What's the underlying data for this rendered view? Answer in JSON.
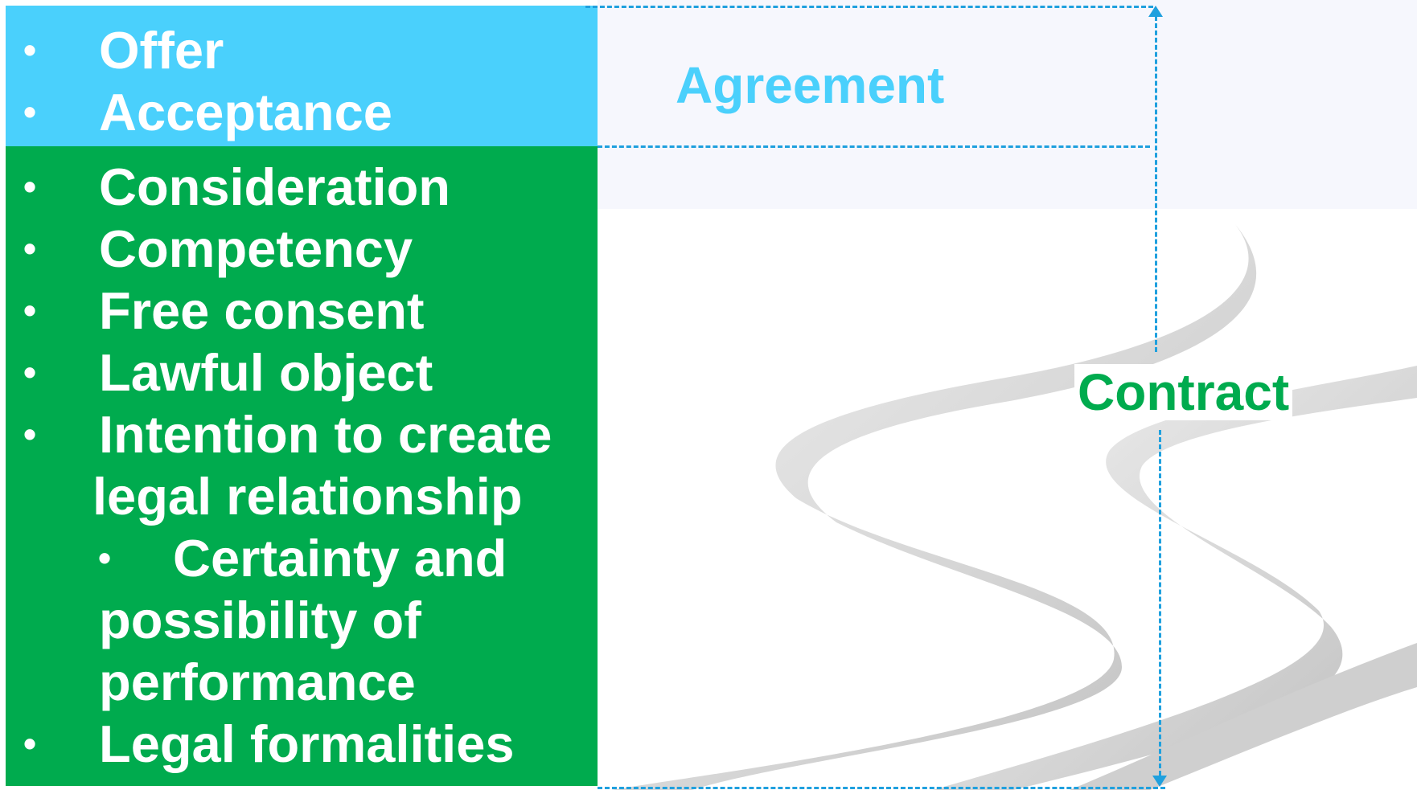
{
  "colors": {
    "agreement_fill": "#4ad0fc",
    "contract_fill": "#00ab4e",
    "agreement_text": "#4ad0fc",
    "contract_text": "#00ab4e",
    "dashed_line": "#1fa0de",
    "background_swirl": "#d9d9d9"
  },
  "agreement_box": {
    "items": [
      {
        "bullet": "•",
        "text": "Offer"
      },
      {
        "bullet": "•",
        "text": "Acceptance"
      }
    ]
  },
  "contract_box": {
    "items": [
      {
        "bullet": "•",
        "text": "Consideration"
      },
      {
        "bullet": "•",
        "text": "Competency"
      },
      {
        "bullet": "•",
        "text": "Free consent"
      },
      {
        "bullet": "•",
        "text": "Lawful object"
      },
      {
        "bullet": "•",
        "text_line1": "Intention to create",
        "text_line2": "legal relationship"
      },
      {
        "bullet": "•",
        "text_line1": "Certainty and",
        "text_line2": "possibility of",
        "text_line3": "performance"
      },
      {
        "bullet": "•",
        "text": "Legal formalities"
      }
    ]
  },
  "labels": {
    "agreement": "Agreement",
    "contract": "Contract"
  }
}
